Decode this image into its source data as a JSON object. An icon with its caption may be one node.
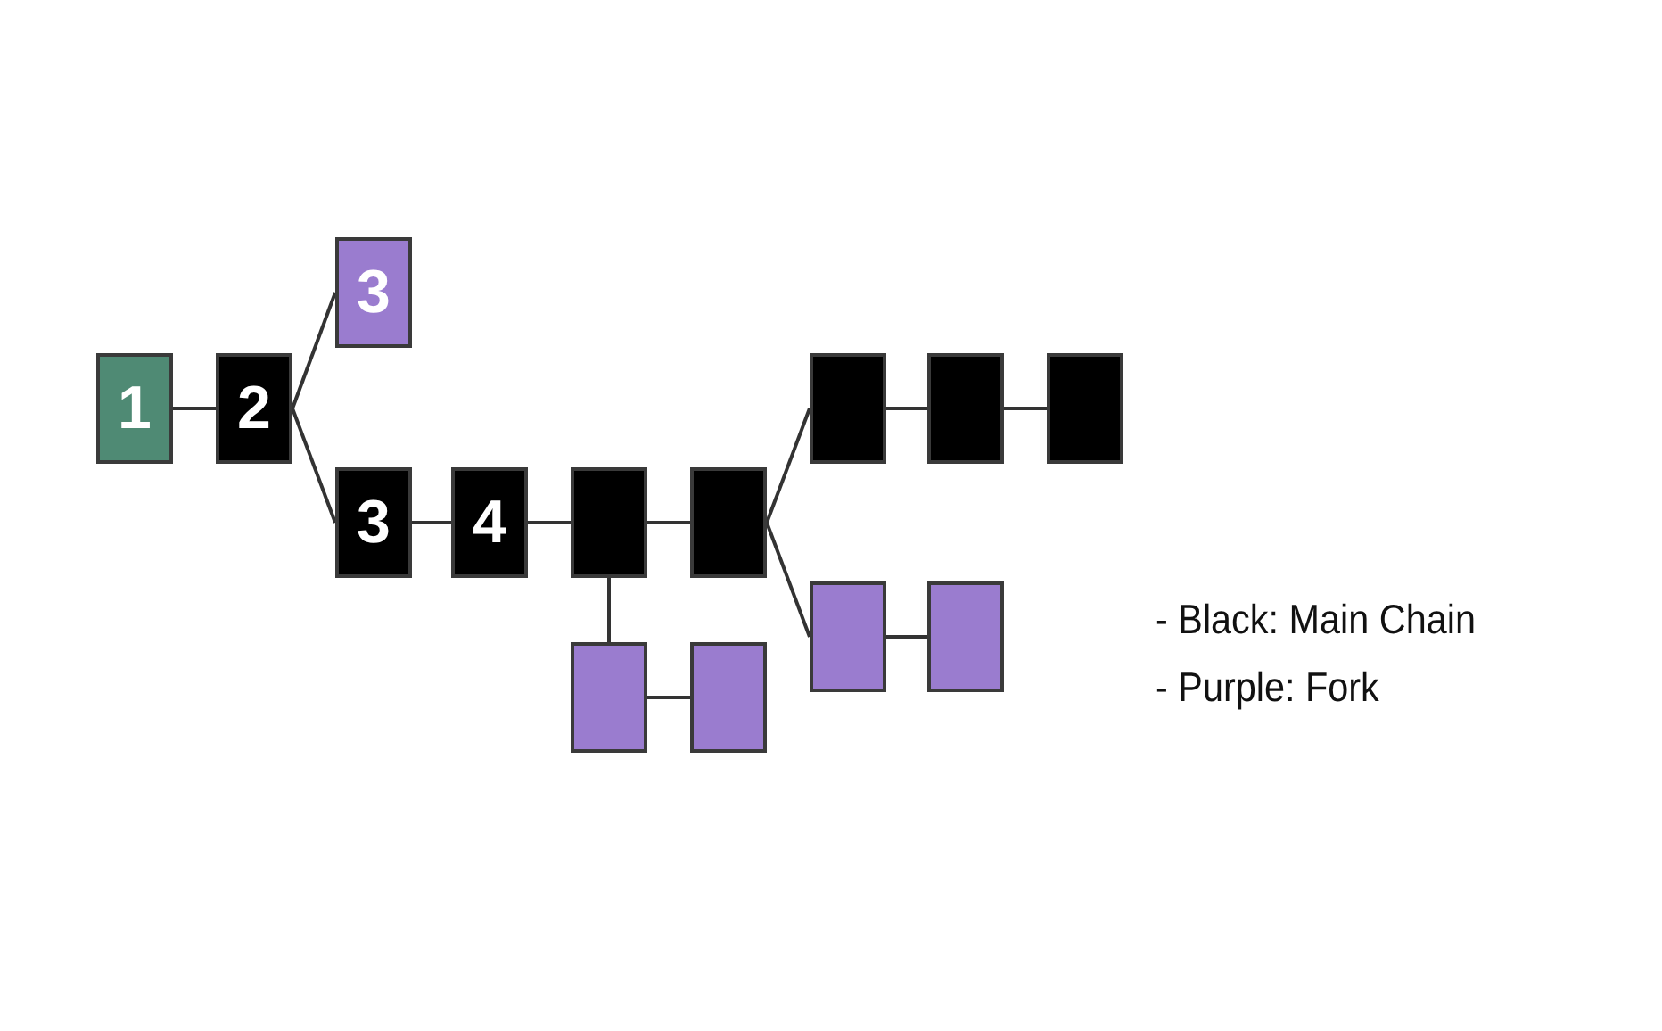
{
  "diagram": {
    "nodes": [
      {
        "text": [
          "1"
        ]
      },
      {
        "text": [
          "2"
        ]
      },
      {
        "text": [
          "3"
        ]
      },
      {
        "text": [
          "3"
        ]
      },
      {
        "text": [
          "4"
        ]
      },
      {
        "text": [],
        "shape": "box"
      },
      {
        "text": [],
        "shape": "box"
      },
      {
        "text": [],
        "shape": "box"
      },
      {
        "text": [],
        "shape": "box"
      },
      {
        "text": [],
        "shape": "box"
      },
      {
        "text": [],
        "shape": "box"
      },
      {
        "text": [],
        "shape": "box"
      },
      {
        "text": [],
        "shape": "box"
      },
      {
        "text": [],
        "shape": "box"
      }
    ],
    "edges": [
      {
        "from": 0,
        "to": 1,
        "arrow": "none"
      },
      {
        "from": 1,
        "to": 2,
        "arrow": "none"
      },
      {
        "from": 1,
        "to": 3,
        "arrow": "none"
      },
      {
        "from": 3,
        "to": 4,
        "arrow": "none"
      },
      {
        "from": 4,
        "to": 5,
        "arrow": "none"
      },
      {
        "from": 5,
        "to": 6,
        "arrow": "none"
      },
      {
        "from": 5,
        "to": 12,
        "arrow": "none"
      },
      {
        "from": 12,
        "to": 13,
        "arrow": "none"
      },
      {
        "from": 6,
        "to": 7,
        "arrow": "none"
      },
      {
        "from": 6,
        "to": 10,
        "arrow": "none"
      },
      {
        "from": 7,
        "to": 8,
        "arrow": "none"
      },
      {
        "from": 8,
        "to": 9,
        "arrow": "none"
      },
      {
        "from": 10,
        "to": 11,
        "arrow": "none"
      }
    ],
    "labels": [
      "- Black: Main Chain",
      "- Purple: Fork"
    ]
  }
}
